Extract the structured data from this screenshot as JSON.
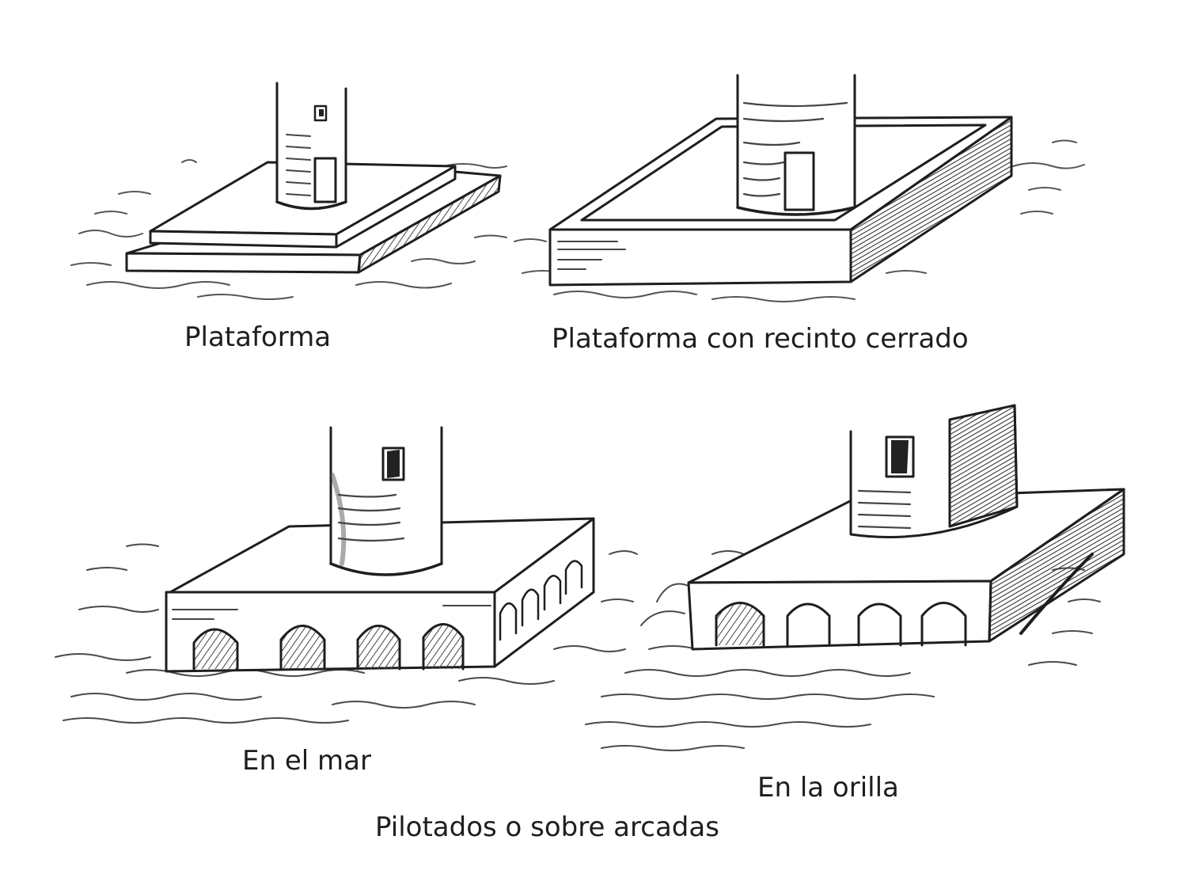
{
  "figure": {
    "panels": [
      {
        "id": "plataforma",
        "label": "Plataforma"
      },
      {
        "id": "recinto",
        "label": "Plataforma con recinto cerrado"
      },
      {
        "id": "mar",
        "label": "En el mar"
      },
      {
        "id": "orilla",
        "label": "En la orilla"
      }
    ],
    "group_caption": "Pilotados o sobre arcadas"
  },
  "colors": {
    "ink": "#1e1e1e",
    "shade": "#8a8a8a",
    "paper": "#ffffff"
  }
}
